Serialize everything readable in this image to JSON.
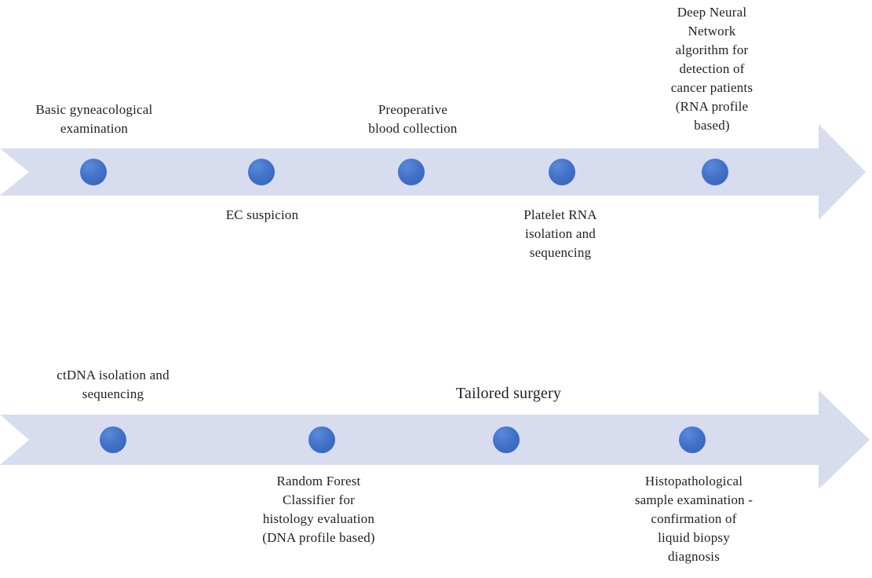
{
  "diagram": {
    "title": "Endometrial cancer liquid biopsy workflow timeline",
    "colors": {
      "arrow_fill": "#d7dcef",
      "marker_fill": "#3e6cc5",
      "marker_highlight": "#5b8ad9",
      "marker_edge": "#3262b8",
      "text": "#1f1f1f",
      "background": "#ffffff"
    },
    "rows": [
      {
        "name": "top-timeline",
        "milestones": [
          {
            "label": "Basic gyneacological\nexamination",
            "placement": "above"
          },
          {
            "label": "EC suspicion",
            "placement": "below"
          },
          {
            "label": "Preoperative\nblood collection",
            "placement": "above"
          },
          {
            "label": "Platelet RNA\nisolation and\nsequencing",
            "placement": "below"
          },
          {
            "label": "Deep Neural\nNetwork\nalgorithm for\ndetection of\ncancer patients\n(RNA profile\nbased)",
            "placement": "above"
          }
        ]
      },
      {
        "name": "bottom-timeline",
        "milestones": [
          {
            "label": "ctDNA isolation and\nsequencing",
            "placement": "above"
          },
          {
            "label": "Random Forest\nClassifier for\nhistology evaluation\n(DNA profile based)",
            "placement": "below"
          },
          {
            "label": "Tailored surgery",
            "placement": "above"
          },
          {
            "label": "Histopathological\nsample examination -\nconfirmation of\nliquid biopsy\ndiagnosis",
            "placement": "below"
          }
        ]
      }
    ]
  }
}
